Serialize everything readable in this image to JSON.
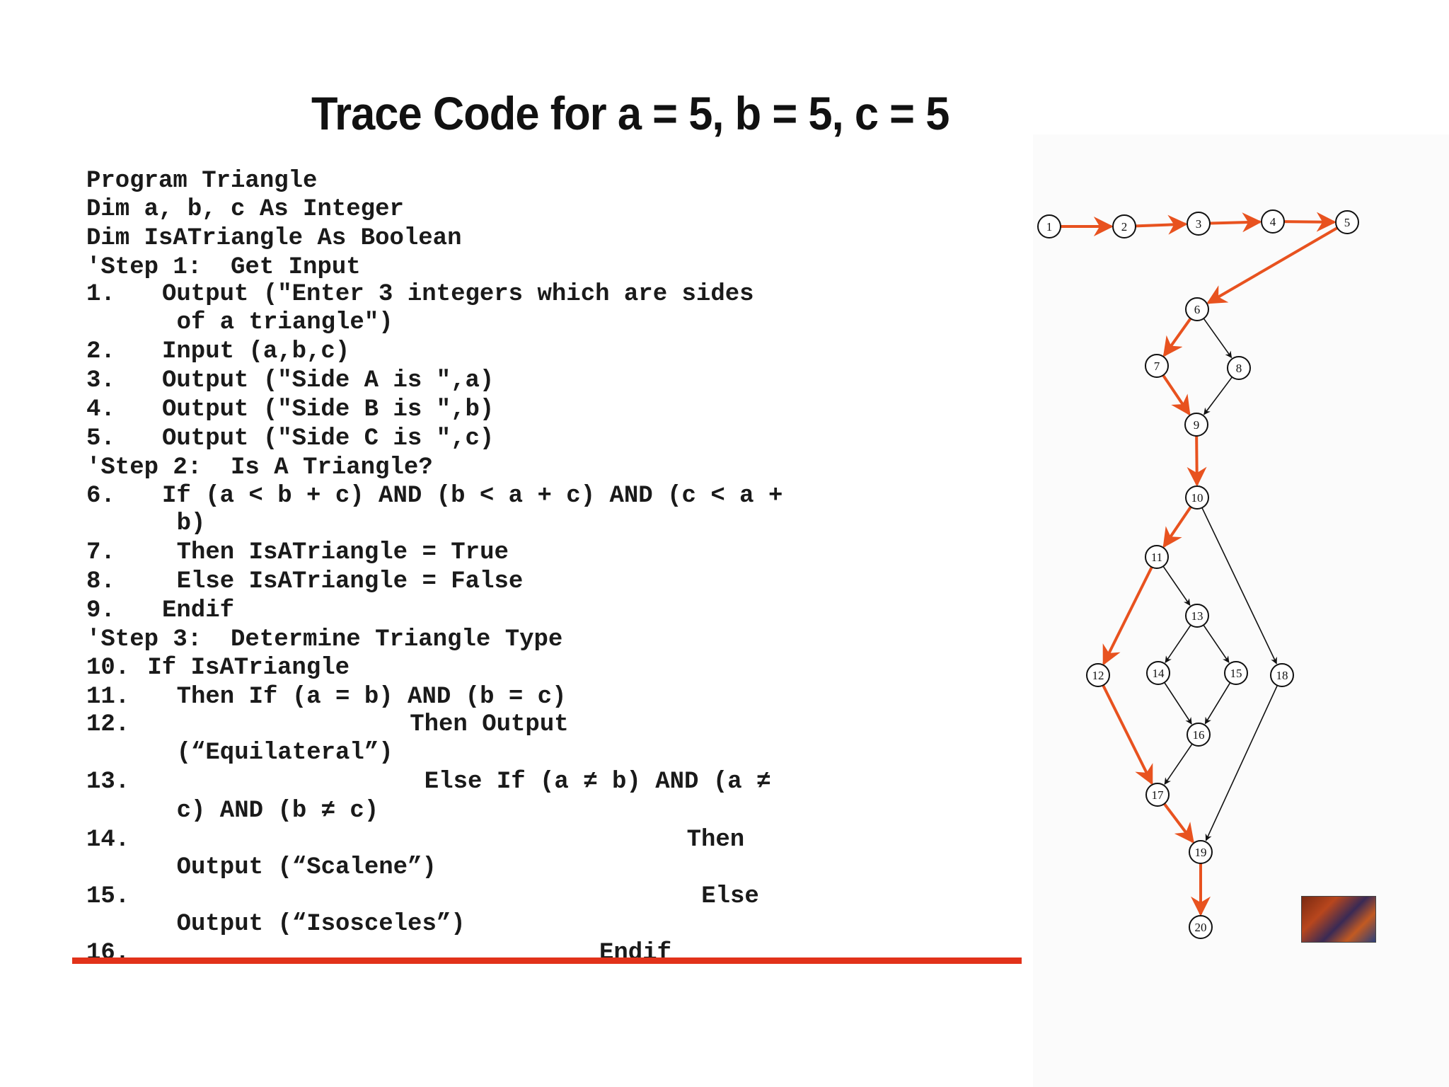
{
  "title": "Trace Code for a = 5, b = 5, c = 5",
  "code_lines": [
    {
      "num": "",
      "text": "Program Triangle",
      "indent": 0
    },
    {
      "num": "",
      "text": "Dim a, b, c As Integer",
      "indent": 0
    },
    {
      "num": "",
      "text": "Dim IsATriangle As Boolean",
      "indent": 0
    },
    {
      "num": "",
      "text": "'Step 1:  Get Input",
      "indent": 0
    },
    {
      "num": "1.",
      "text": "Output (\"Enter 3 integers which are sides",
      "indent": 5
    },
    {
      "num": "",
      "text": "of a triangle\")",
      "indent": 6
    },
    {
      "num": "2.",
      "text": "Input (a,b,c)",
      "indent": 5
    },
    {
      "num": "3.",
      "text": "Output (\"Side A is \",a)",
      "indent": 5
    },
    {
      "num": "4.",
      "text": "Output (\"Side B is \",b)",
      "indent": 5
    },
    {
      "num": "5.",
      "text": "Output (\"Side C is \",c)",
      "indent": 5
    },
    {
      "num": "",
      "text": "'Step 2:  Is A Triangle?",
      "indent": 0
    },
    {
      "num": "6.",
      "text": "If (a < b + c) AND (b < a + c) AND (c < a +",
      "indent": 5
    },
    {
      "num": "",
      "text": "b)",
      "indent": 6
    },
    {
      "num": "7.",
      "text": "Then IsATriangle = True",
      "indent": 6
    },
    {
      "num": "8.",
      "text": "Else IsATriangle = False",
      "indent": 6
    },
    {
      "num": "9.",
      "text": "Endif",
      "indent": 5
    },
    {
      "num": "",
      "text": "'Step 3:  Determine Triangle Type",
      "indent": 0
    },
    {
      "num": "10.",
      "text": "If IsATriangle",
      "indent": 4
    },
    {
      "num": "11.",
      "text": "Then If (a = b) AND (b = c)",
      "indent": 6
    },
    {
      "num": "12.",
      "text": "Then Output",
      "indent": 22
    },
    {
      "num": "",
      "text": "(“Equilateral”)",
      "indent": 6
    },
    {
      "num": "13.",
      "text": "Else If (a ≠ b) AND (a ≠",
      "indent": 23
    },
    {
      "num": "",
      "text": "c) AND (b ≠ c)",
      "indent": 6
    },
    {
      "num": "14.",
      "text": "Then",
      "indent": 41
    },
    {
      "num": "",
      "text": "Output (“Scalene”)",
      "indent": 6
    },
    {
      "num": "15.",
      "text": "Else",
      "indent": 42
    },
    {
      "num": "",
      "text": "Output (“Isosceles”)",
      "indent": 6
    },
    {
      "num": "16.",
      "text": "Endif",
      "indent": 35
    }
  ],
  "graph": {
    "nodes": [
      "1",
      "2",
      "3",
      "4",
      "5",
      "6",
      "7",
      "8",
      "9",
      "10",
      "11",
      "12",
      "13",
      "14",
      "15",
      "16",
      "17",
      "18",
      "19",
      "20"
    ],
    "edges": [
      {
        "from": "1",
        "to": "2",
        "traced": true
      },
      {
        "from": "2",
        "to": "3",
        "traced": true
      },
      {
        "from": "3",
        "to": "4",
        "traced": true
      },
      {
        "from": "4",
        "to": "5",
        "traced": true
      },
      {
        "from": "5",
        "to": "6",
        "traced": true
      },
      {
        "from": "6",
        "to": "7",
        "traced": true
      },
      {
        "from": "6",
        "to": "8",
        "traced": false
      },
      {
        "from": "7",
        "to": "9",
        "traced": true
      },
      {
        "from": "8",
        "to": "9",
        "traced": false
      },
      {
        "from": "9",
        "to": "10",
        "traced": true
      },
      {
        "from": "10",
        "to": "11",
        "traced": true
      },
      {
        "from": "10",
        "to": "18",
        "traced": false
      },
      {
        "from": "11",
        "to": "12",
        "traced": true
      },
      {
        "from": "11",
        "to": "13",
        "traced": false
      },
      {
        "from": "13",
        "to": "14",
        "traced": false
      },
      {
        "from": "13",
        "to": "15",
        "traced": false
      },
      {
        "from": "14",
        "to": "16",
        "traced": false
      },
      {
        "from": "15",
        "to": "16",
        "traced": false
      },
      {
        "from": "16",
        "to": "17",
        "traced": false
      },
      {
        "from": "12",
        "to": "17",
        "traced": true
      },
      {
        "from": "17",
        "to": "19",
        "traced": true
      },
      {
        "from": "18",
        "to": "19",
        "traced": false
      },
      {
        "from": "19",
        "to": "20",
        "traced": true
      }
    ],
    "colors": {
      "traced_edge": "#e8521f",
      "normal_edge": "#111111",
      "node_stroke": "#111111",
      "node_fill": "#ffffff"
    }
  },
  "colors": {
    "rule": "#e2321a"
  }
}
